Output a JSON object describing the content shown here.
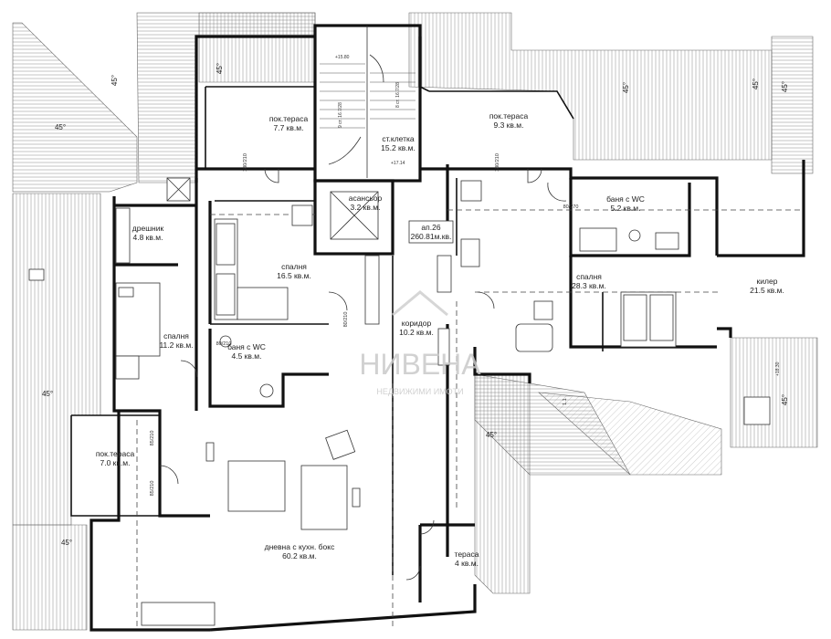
{
  "rooms": [
    {
      "id": "terrace-nw",
      "name": "пок.тераса",
      "area": "7.7 кв.м."
    },
    {
      "id": "stair",
      "name": "ст.клетка",
      "area": "15.2 кв.м."
    },
    {
      "id": "terrace-ne",
      "name": "пок.тераса",
      "area": "9.3 кв.м."
    },
    {
      "id": "elevator",
      "name": "асансьор",
      "area": "3.2 кв.м."
    },
    {
      "id": "wardrobe",
      "name": "дрешник",
      "area": "4.8 кв.м."
    },
    {
      "id": "bedroom-mid",
      "name": "спалня",
      "area": "16.5 кв.м."
    },
    {
      "id": "bath-e",
      "name": "баня с WC",
      "area": "5.2 кв.м."
    },
    {
      "id": "bedroom-big",
      "name": "спалня",
      "area": "28.3 кв.м."
    },
    {
      "id": "storage",
      "name": "килер",
      "area": "21.5 кв.м."
    },
    {
      "id": "corridor",
      "name": "коридор",
      "area": "10.2 кв.м."
    },
    {
      "id": "bedroom-w",
      "name": "спалня",
      "area": "11.2 кв.м."
    },
    {
      "id": "bath-w",
      "name": "баня с WC",
      "area": "4.5 кв.м."
    },
    {
      "id": "terrace-w",
      "name": "пок.тераса",
      "area": "7.0 кв.м."
    },
    {
      "id": "living",
      "name": "дневна с кухн. бокс",
      "area": "60.2 кв.м."
    },
    {
      "id": "terrace-s",
      "name": "тераса",
      "area": "4 кв.м."
    }
  ],
  "apartment": {
    "name": "ап.26",
    "area": "260.81м.кв."
  },
  "angles": [
    "45°",
    "45°",
    "45°",
    "45°",
    "45°",
    "45°",
    "45°",
    "45°",
    "45°",
    "45°"
  ],
  "levels": {
    "stair_top": "+15.80",
    "stair_mid": "+17.14",
    "east": "+18.30"
  },
  "stair_marks": {
    "left": "9 ст. 16.7/28",
    "right": "8 ст. 16.7/28"
  },
  "dims": {
    "d1": "80/210",
    "d2": "80/210",
    "d3": "80/270",
    "d4": "180/210",
    "d5": "180/210",
    "d6": "85/210",
    "d7": "85/210",
    "d8": "1.1"
  },
  "watermark": {
    "main": "НИВЕНА",
    "sub": "НЕДВИЖИМИ ИМОТИ"
  }
}
